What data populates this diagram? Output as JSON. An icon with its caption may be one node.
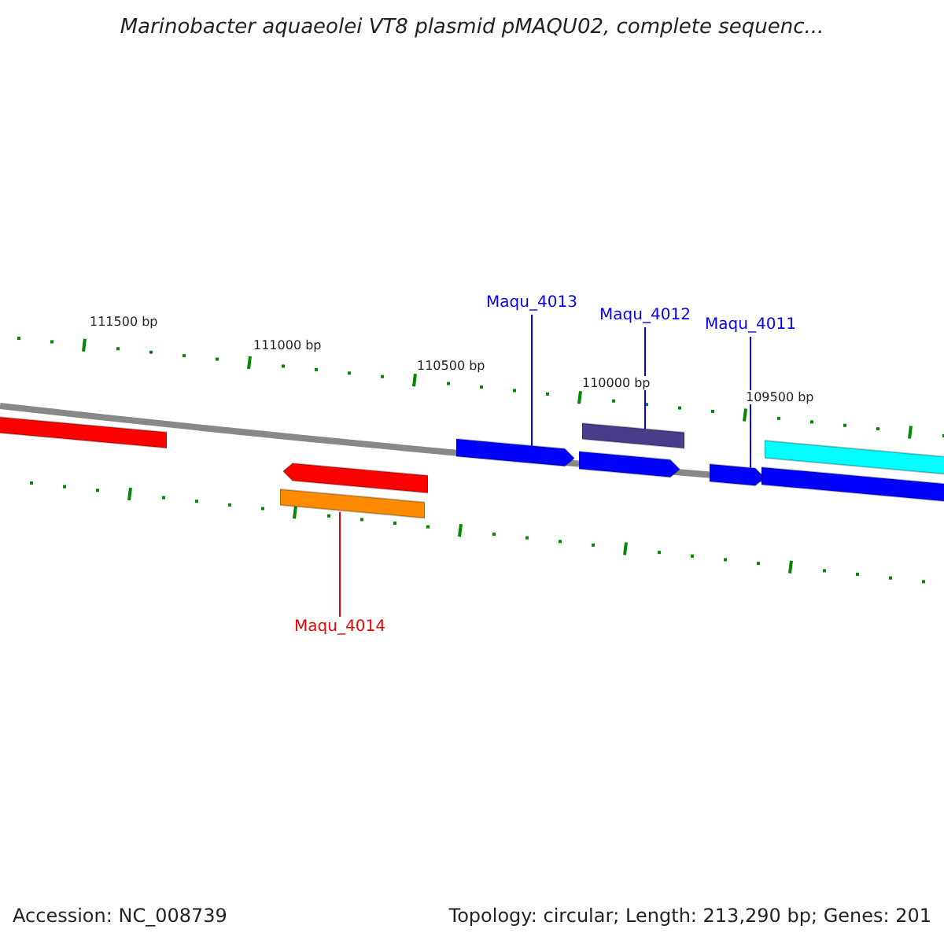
{
  "diagram": {
    "title": "Marinobacter aquaeolei VT8 plasmid pMAQU02, complete sequenc...",
    "nodes": [
      {
        "text": [
          "Maqu_4013"
        ]
      },
      {
        "text": [
          "Maqu_4012"
        ]
      },
      {
        "text": [
          "Maqu_4011"
        ]
      },
      {
        "text": [
          "Maqu_4014"
        ]
      },
      {
        "text": [],
        "shape": "bar"
      },
      {
        "text": [],
        "shape": "bar"
      },
      {
        "text": [],
        "shape": "bar"
      },
      {
        "text": [],
        "shape": "bar"
      },
      {
        "text": [],
        "shape": "bar"
      },
      {
        "text": [],
        "shape": "bar"
      },
      {
        "text": [],
        "shape": "bar"
      },
      {
        "text": [],
        "shape": "bar"
      },
      {
        "text": [],
        "shape": "bar"
      }
    ],
    "edges": [
      {
        "from": 0,
        "to": 7,
        "arrow": "none"
      },
      {
        "from": 1,
        "to": 8,
        "arrow": "none"
      },
      {
        "from": 2,
        "to": 10,
        "arrow": "none"
      },
      {
        "from": 3,
        "to": 6,
        "arrow": "none",
        "color": "#ee0000"
      }
    ],
    "labels": [
      "111500 bp",
      "111000 bp",
      "110500 bp",
      "110000 bp",
      "109500 bp",
      "Accession: NC_008739",
      "Topology: circular; Length: 213,290 bp; Genes: 201"
    ]
  }
}
